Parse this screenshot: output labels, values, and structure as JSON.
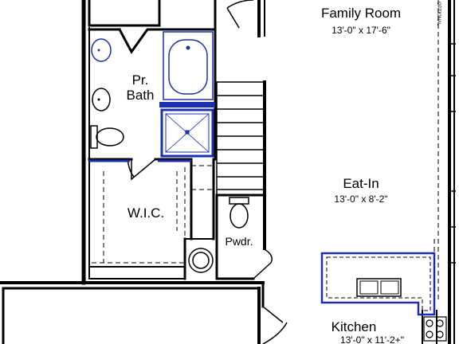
{
  "rooms": {
    "family_room": {
      "name": "Family Room",
      "dims": "13'-0\" x 17'-6\""
    },
    "pr_bath": {
      "line1": "Pr.",
      "line2": "Bath"
    },
    "wic": {
      "name": "W.I.C."
    },
    "eat_in": {
      "name": "Eat-In",
      "dims": "13'-0\" x 8'-2\""
    },
    "powder": {
      "name": "Pwdr."
    },
    "kitchen": {
      "name": "Kitchen",
      "dims": "13'-0\" x 11'-2+\""
    }
  },
  "side_text": "OPTIONAL",
  "colors": {
    "wall": "#000000",
    "fixture_highlight": "#1a2fb0",
    "background": "#ffffff"
  }
}
